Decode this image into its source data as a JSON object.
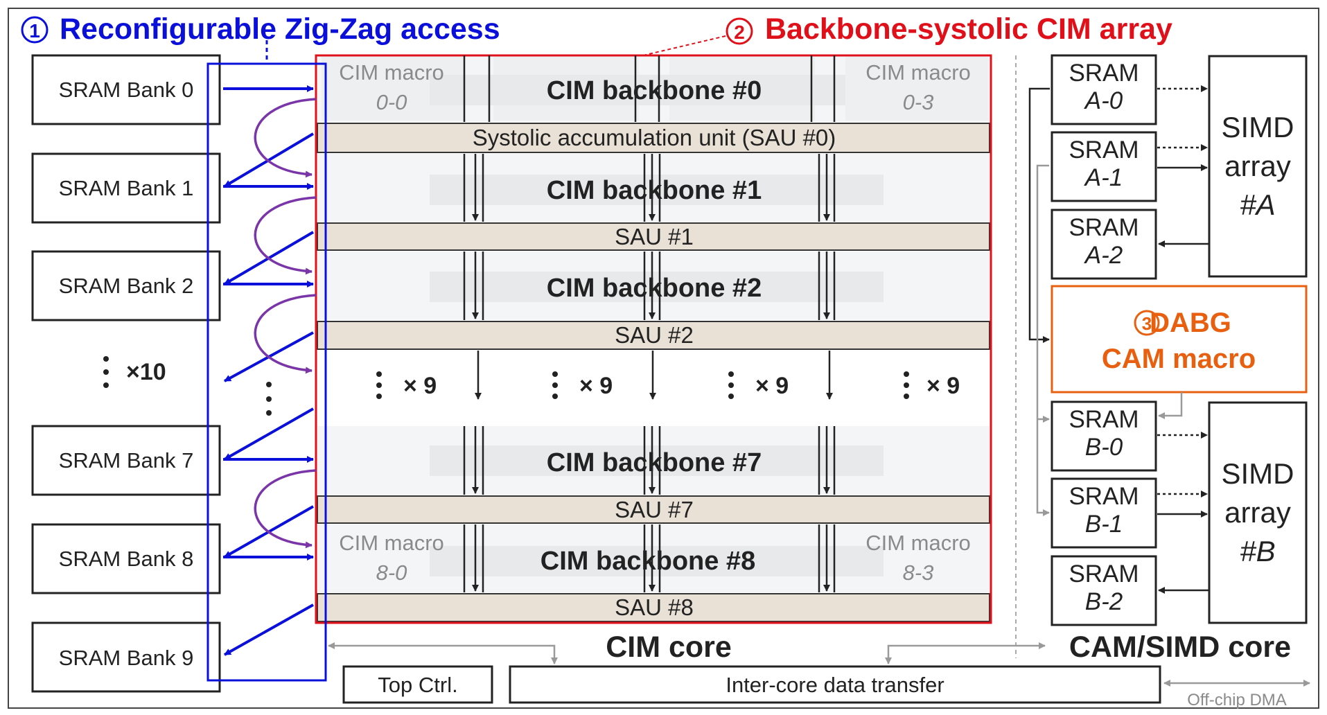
{
  "headings": {
    "zigzag_num": "1",
    "zigzag_title": "Reconfigurable Zig-Zag access",
    "systolic_num": "2",
    "systolic_title": "Backbone-systolic CIM array",
    "dabg_num": "3",
    "dabg_line1": "DABG",
    "dabg_line2": "CAM macro"
  },
  "sram_banks": [
    "SRAM Bank 0",
    "SRAM Bank 1",
    "SRAM Bank 2",
    "SRAM Bank 7",
    "SRAM Bank 8",
    "SRAM Bank 9"
  ],
  "bank_repeat": "×10",
  "cim": {
    "macro_label": "CIM macro",
    "macro_0_0": "0-0",
    "macro_0_3": "0-3",
    "macro_8_0": "8-0",
    "macro_8_3": "8-3",
    "backbones": [
      "CIM backbone #0",
      "CIM backbone #1",
      "CIM backbone #2",
      "CIM backbone #7",
      "CIM backbone #8"
    ],
    "saus": [
      "Systolic accumulation unit (SAU #0)",
      "SAU #1",
      "SAU #2",
      "SAU #7",
      "SAU #8"
    ],
    "repeat": "× 9",
    "core_label": "CIM core"
  },
  "simd": {
    "sram_word": "SRAM",
    "a_ids": [
      "A-0",
      "A-1",
      "A-2"
    ],
    "b_ids": [
      "B-0",
      "B-1",
      "B-2"
    ],
    "array_word1": "SIMD",
    "array_word2": "array",
    "array_a": "#A",
    "array_b": "#B",
    "core_label": "CAM/SIMD core"
  },
  "bottom": {
    "top_ctrl": "Top Ctrl.",
    "inter_core": "Inter-core data transfer",
    "off_chip": "Off-chip DMA"
  },
  "colors": {
    "zigzag_blue": "#0a10d9",
    "systolic_red": "#e0101a",
    "dabg_orange": "#e8600f",
    "arc_purple": "#7a35a8",
    "sau_fill": "#e9e1d6",
    "grey": "#9a9a9a"
  }
}
